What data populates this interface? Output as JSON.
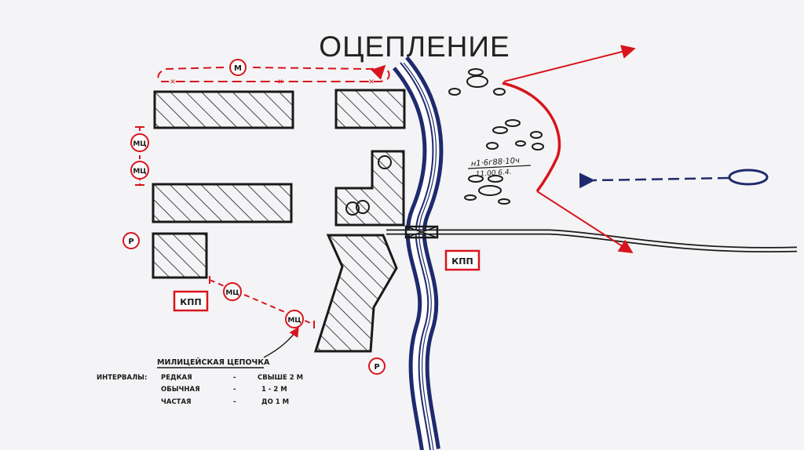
{
  "title": "ОЦЕПЛЕНИЕ",
  "markers": {
    "m": "М",
    "mc": "МЦ",
    "p": "Р",
    "kpp": "КПП"
  },
  "note": {
    "line1": "н1·6г88·10ч",
    "line2": "11.00 6.4."
  },
  "legend": {
    "header": "МИЛИЦЕЙСКАЯ ЦЕПОЧКА",
    "intervals_label": "ИНТЕРВАЛЫ:",
    "rows": [
      {
        "name": "РЕДКАЯ",
        "dash": "-",
        "value": "СВЫШЕ 2 М"
      },
      {
        "name": "ОБЫЧНАЯ",
        "dash": "-",
        "value": "1 - 2 М"
      },
      {
        "name": "ЧАСТАЯ",
        "dash": "-",
        "value": "ДО 1 М"
      }
    ]
  },
  "colors": {
    "accent": "#d8141c",
    "river": "#1f2a6e",
    "ink": "#1a1a1a"
  }
}
